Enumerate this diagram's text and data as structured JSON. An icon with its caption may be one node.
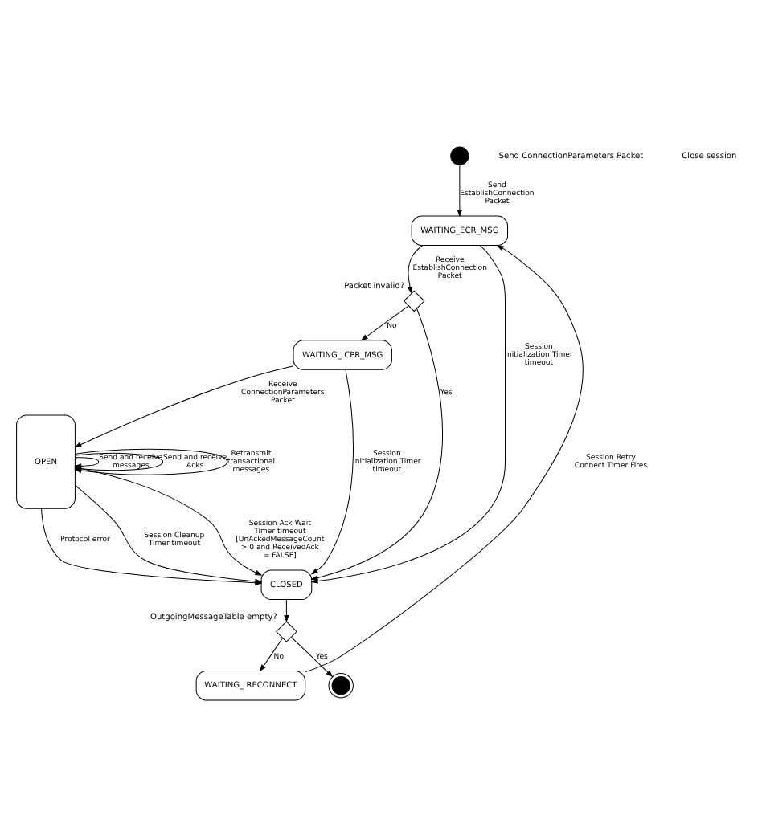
{
  "diagram": {
    "nodes": [
      {
        "text": [],
        "shape": "circle"
      },
      {
        "text": [
          "WAITING_ECR_MSG"
        ]
      },
      {
        "text": [
          "Packet invalid?"
        ]
      },
      {
        "text": [
          "WAITING_ CPR_MSG"
        ]
      },
      {
        "text": [
          "OPEN"
        ]
      },
      {
        "text": [
          "CLOSED"
        ]
      },
      {
        "text": [
          "OutgoingMessageTable empty?"
        ]
      },
      {
        "text": [
          "WAITING_ RECONNECT"
        ]
      },
      {
        "text": [],
        "shape": "circle"
      }
    ],
    "edges": [
      {
        "from": 0,
        "to": 1,
        "arrow": "to",
        "label": "Send EstablishConnection Packet"
      },
      {
        "from": 1,
        "to": 2,
        "arrow": "to",
        "label": "Receive EstablishConnection Packet"
      },
      {
        "from": 2,
        "to": 3,
        "arrow": "to",
        "label": "No"
      },
      {
        "from": 3,
        "to": 4,
        "arrow": "to",
        "label": "Receive ConnectionParameters Packet"
      },
      {
        "from": 4,
        "to": 4,
        "arrow": "to",
        "label": "Send and receive messages"
      },
      {
        "from": 4,
        "to": 4,
        "arrow": "to",
        "label": "Send and receive Acks"
      },
      {
        "from": 4,
        "to": 4,
        "arrow": "to",
        "label": "Retransmit transactional messages"
      },
      {
        "from": 1,
        "to": 5,
        "arrow": "to",
        "label": "Session Initialization Timer timeout"
      },
      {
        "from": 2,
        "to": 5,
        "arrow": "to",
        "label": "Yes"
      },
      {
        "from": 3,
        "to": 5,
        "arrow": "to",
        "label": "Session Initialization Timer timeout"
      },
      {
        "from": 4,
        "to": 5,
        "arrow": "to",
        "label": "Protocol error"
      },
      {
        "from": 4,
        "to": 5,
        "arrow": "to",
        "label": "Session Cleanup Timer timeout"
      },
      {
        "from": 4,
        "to": 5,
        "arrow": "to",
        "label": "Session Ack Wait Timer timeout [UnAckedMessageCount > 0 and ReceivedAck = FALSE]"
      },
      {
        "from": 5,
        "to": 6,
        "arrow": "to"
      },
      {
        "from": 6,
        "to": 7,
        "arrow": "to",
        "label": "No"
      },
      {
        "from": 6,
        "to": 8,
        "arrow": "to",
        "label": "Yes"
      },
      {
        "from": 7,
        "to": 1,
        "arrow": "to",
        "label": "Session Retry Connect Timer Fires"
      }
    ],
    "labels": [
      "Send ConnectionParameters Packet",
      "Close session"
    ]
  }
}
